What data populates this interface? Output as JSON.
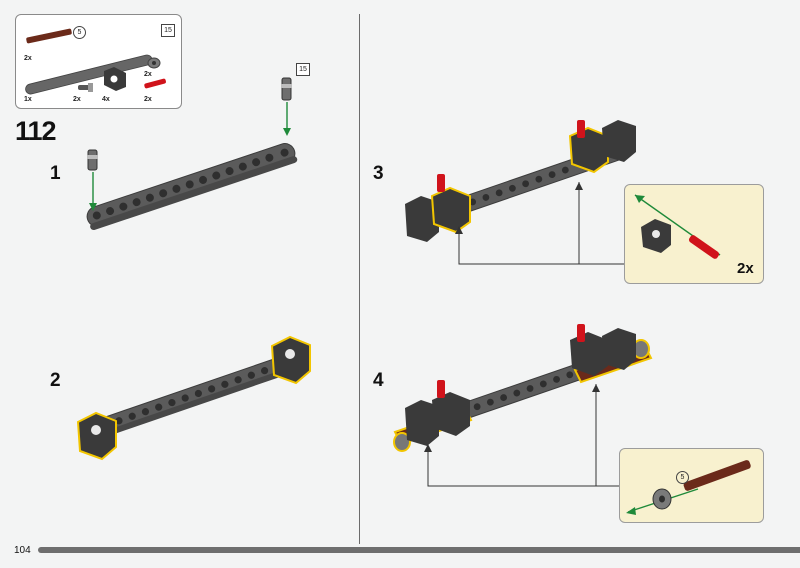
{
  "parts_box": {
    "items": [
      {
        "name": "brown-axle",
        "qty": "2x",
        "length": "5"
      },
      {
        "name": "beam-15",
        "qty": "1x",
        "length": "15"
      },
      {
        "name": "connector-pin-gray",
        "qty": "2x"
      },
      {
        "name": "pin-axle-connector",
        "qty": "4x"
      },
      {
        "name": "bush",
        "qty": "2x"
      },
      {
        "name": "red-axle-pin",
        "qty": "2x"
      }
    ]
  },
  "step": {
    "number": "112"
  },
  "substeps": [
    {
      "label": "1",
      "badge": "15"
    },
    {
      "label": "2"
    },
    {
      "label": "3",
      "callout_qty": "2x"
    },
    {
      "label": "4",
      "callout_badge": "5"
    }
  ],
  "page": {
    "number": "104"
  },
  "colors": {
    "beam_gray": "#5b5b5b",
    "highlight_yellow": "#f2c500",
    "callout_bg": "#f8f1cf",
    "arrow_green": "#1f8a3a",
    "axle_red": "#d0131b",
    "axle_brown": "#6b2a1a"
  }
}
